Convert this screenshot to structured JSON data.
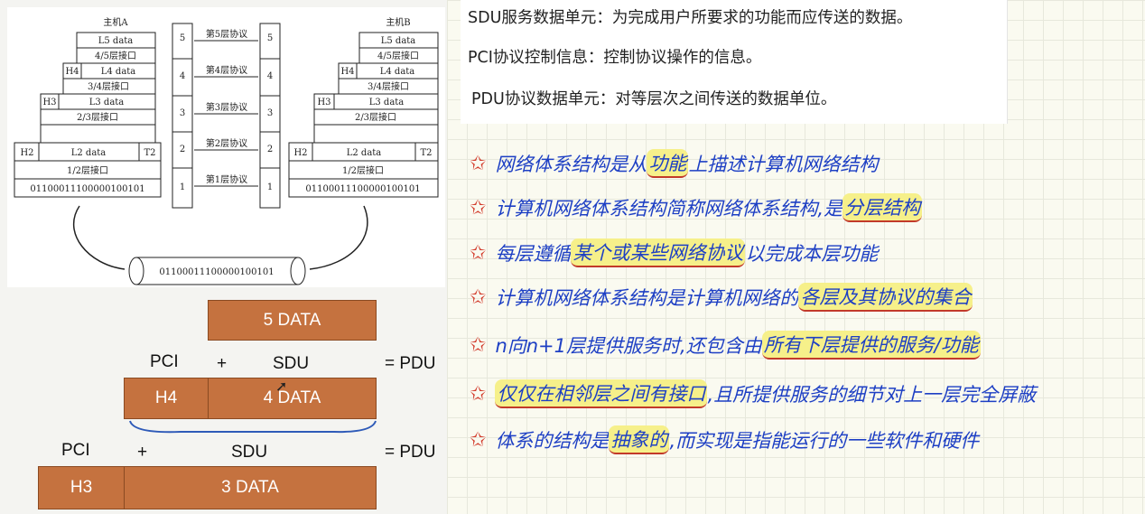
{
  "diagram": {
    "hostA": "主机A",
    "hostB": "主机B",
    "rows": [
      "L5 data",
      "4/5层接口",
      "L4 data",
      "3/4层接口",
      "L3 data",
      "2/3层接口",
      "L2 data",
      "1/2层接口",
      "0110001110000010010​1"
    ],
    "h4": "H4",
    "h3": "H3",
    "h2": "H2",
    "t2": "T2",
    "bits": "0110001110000010010​1",
    "layers": [
      "5",
      "4",
      "3",
      "2",
      "1"
    ],
    "protocols": [
      "第5层协议",
      "第4层协议",
      "第3层协议",
      "第2层协议",
      "第1层协议"
    ],
    "pipe_bits": "0110001110000010010​1"
  },
  "definitions": {
    "sdu": "SDU服务数据单元：为完成用户所要求的功能而应传送的数据。",
    "pci": "PCI协议控制信息：控制协议操作的信息。",
    "pdu": "PDU协议数据单元：对等层次之间传送的数据单位。"
  },
  "encapsulation": {
    "five_data": "5 DATA",
    "pci1": "PCI",
    "plus1": "+",
    "sdu1": "SDU",
    "pdu1": "= PDU",
    "h4": "H4",
    "four_data": "4 DATA",
    "pci2": "PCI",
    "plus2": "+",
    "sdu2": "SDU",
    "pdu2": "= PDU",
    "h3": "H3",
    "three_data": "3 DATA"
  },
  "notes": [
    {
      "pre": "网络体系结构是从",
      "hl": "功能",
      "post": "上描述计算机网络结构"
    },
    {
      "pre": "计算机网络体系结构简称网络体系结构,是",
      "hl": "分层结构",
      "post": ""
    },
    {
      "pre": "每层遵循",
      "hl": "某个或某些网络协议",
      "post": "以完成本层功能"
    },
    {
      "pre": "计算机网络体系结构是计算机网络的",
      "hl": "各层及其协议的集合",
      "post": ""
    },
    {
      "pre": "n向n+1层提供服务时,还包含由",
      "hl": "所有下层提供的服务/功能",
      "post": ""
    },
    {
      "pre": "",
      "hl": "仅仅在相邻层之间有接口",
      "post": ",且所提供服务的细节对上一层完全屏蔽"
    },
    {
      "pre": "体系的结构是",
      "hl": "抽象的",
      "post": ",而实现是指能运行的一些软件和硬件"
    }
  ],
  "colors": {
    "box": "#c5723f",
    "ink": "#1d3fc4",
    "star": "#d23a2a",
    "highlight": "#f6f08a"
  }
}
